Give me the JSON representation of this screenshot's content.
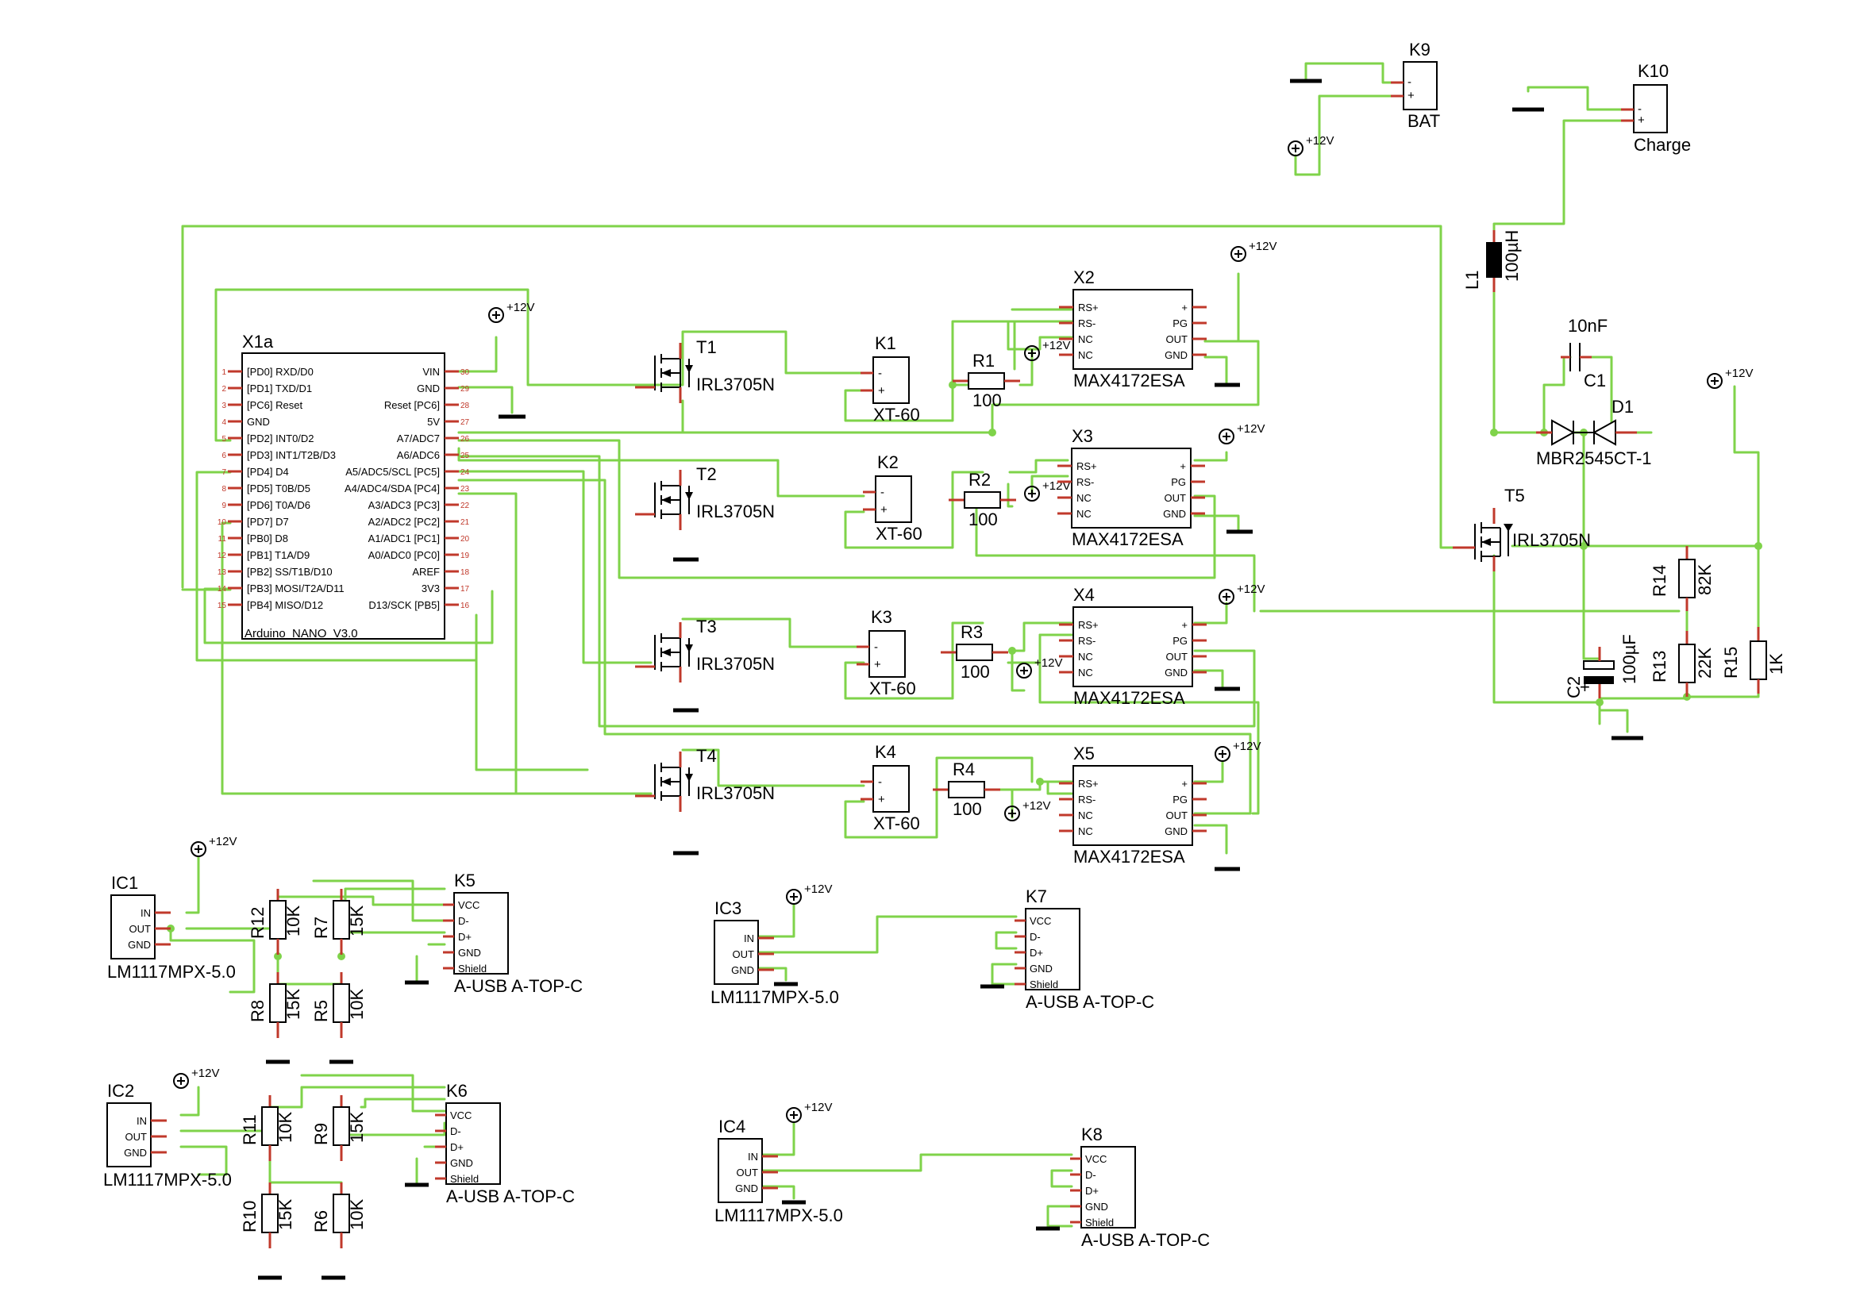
{
  "batteries": {
    "k9": {
      "ref": "K9",
      "value": "BAT",
      "pins": [
        "-",
        "+"
      ]
    },
    "k10": {
      "ref": "K10",
      "value": "Charge",
      "pins": [
        "-",
        "+"
      ]
    }
  },
  "supply_label": "+12V",
  "arduino": {
    "ref": "X1a",
    "name": "Arduino_NANO_V3.0",
    "left_pins": [
      "[PD0] RXD/D0",
      "[PD1] TXD/D1",
      "[PC6] Reset",
      "GND",
      "[PD2] INT0/D2",
      "[PD3] INT1/T2B/D3",
      "[PD4] D4",
      "[PD5] T0B/D5",
      "[PD6] T0A/D6",
      "[PD7] D7",
      "[PB0] D8",
      "[PB1] T1A/D9",
      "[PB2] SS/T1B/D10",
      "[PB3] MOSI/T2A/D11",
      "[PB4] MISO/D12"
    ],
    "right_pins": [
      "VIN",
      "GND",
      "Reset [PC6]",
      "5V",
      "A7/ADC7",
      "A6/ADC6",
      "A5/ADC5/SCL [PC5]",
      "A4/ADC4/SDA [PC4]",
      "A3/ADC3 [PC3]",
      "A2/ADC2 [PC2]",
      "A1/ADC1 [PC1]",
      "A0/ADC0 [PC0]",
      "AREF",
      "3V3",
      "D13/SCK [PB5]"
    ],
    "left_nums": [
      "1",
      "2",
      "3",
      "4",
      "5",
      "6",
      "7",
      "8",
      "9",
      "10",
      "11",
      "12",
      "13",
      "14",
      "15"
    ],
    "right_nums": [
      "30",
      "29",
      "28",
      "27",
      "26",
      "25",
      "24",
      "23",
      "22",
      "21",
      "20",
      "19",
      "18",
      "17",
      "16"
    ]
  },
  "mosfets": [
    {
      "ref": "T1",
      "value": "IRL3705N"
    },
    {
      "ref": "T2",
      "value": "IRL3705N"
    },
    {
      "ref": "T3",
      "value": "IRL3705N"
    },
    {
      "ref": "T4",
      "value": "IRL3705N"
    },
    {
      "ref": "T5",
      "value": "IRL3705N"
    }
  ],
  "outputs": [
    {
      "ref": "K1",
      "value": "XT-60"
    },
    {
      "ref": "K2",
      "value": "XT-60"
    },
    {
      "ref": "K3",
      "value": "XT-60"
    },
    {
      "ref": "K4",
      "value": "XT-60"
    }
  ],
  "shunts": [
    {
      "ref": "R1",
      "value": "100"
    },
    {
      "ref": "R2",
      "value": "100"
    },
    {
      "ref": "R3",
      "value": "100"
    },
    {
      "ref": "R4",
      "value": "100"
    }
  ],
  "sensors": {
    "refs": [
      "X2",
      "X3",
      "X4",
      "X5"
    ],
    "value": "MAX4172ESA",
    "left_pins": [
      "RS+",
      "RS-",
      "NC",
      "NC"
    ],
    "right_pins": [
      "+",
      "PG",
      "OUT",
      "GND"
    ]
  },
  "charger": {
    "inductor": {
      "ref": "L1",
      "value": "100µH"
    },
    "cap_small": {
      "ref": "C1",
      "value": "10nF"
    },
    "diode": {
      "ref": "D1",
      "value": "MBR2545CT-1"
    },
    "cap_big": {
      "ref": "C2",
      "value": "100µF"
    },
    "r13": {
      "ref": "R13",
      "value": "22K"
    },
    "r14": {
      "ref": "R14",
      "value": "82K"
    },
    "r15": {
      "ref": "R15",
      "value": "1K"
    }
  },
  "regulators": [
    {
      "ref": "IC1",
      "value": "LM1117MPX-5.0"
    },
    {
      "ref": "IC2",
      "value": "LM1117MPX-5.0"
    },
    {
      "ref": "IC3",
      "value": "LM1117MPX-5.0"
    },
    {
      "ref": "IC4",
      "value": "LM1117MPX-5.0"
    }
  ],
  "reg_pins": [
    "IN",
    "OUT",
    "GND"
  ],
  "usb": {
    "refs": [
      "K5",
      "K6",
      "K7",
      "K8"
    ],
    "value": "A-USB A-TOP-C",
    "pins": [
      "VCC",
      "D-",
      "D+",
      "GND",
      "Shield"
    ]
  },
  "dividers": [
    {
      "ref": "R12",
      "value": "10K"
    },
    {
      "ref": "R7",
      "value": "15K"
    },
    {
      "ref": "R8",
      "value": "15K"
    },
    {
      "ref": "R5",
      "value": "10K"
    },
    {
      "ref": "R11",
      "value": "10K"
    },
    {
      "ref": "R9",
      "value": "15K"
    },
    {
      "ref": "R10",
      "value": "15K"
    },
    {
      "ref": "R6",
      "value": "10K"
    }
  ]
}
